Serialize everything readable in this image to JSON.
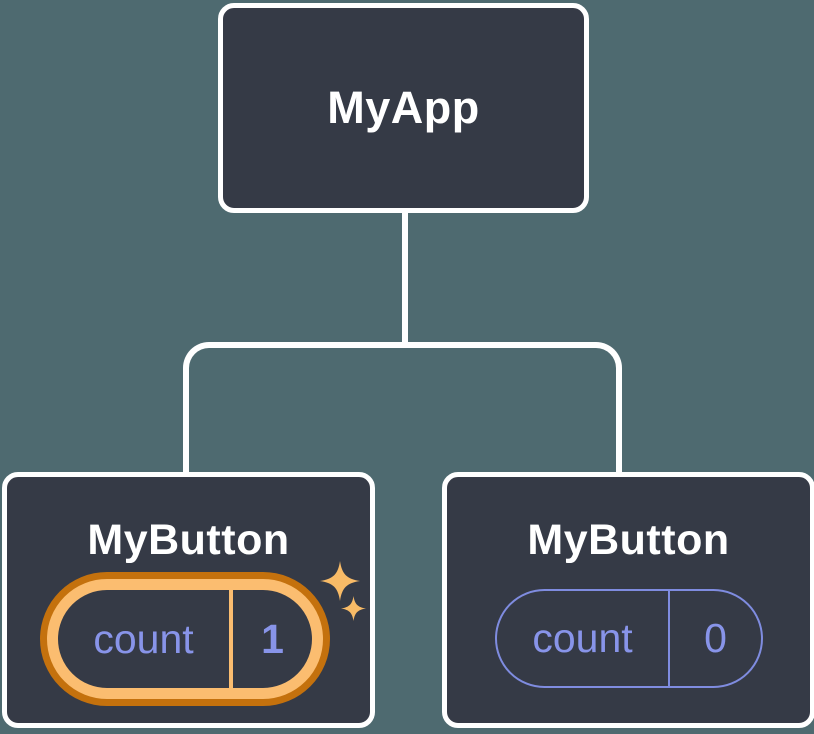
{
  "tree": {
    "root": {
      "title": "MyApp"
    },
    "children": [
      {
        "title": "MyButton",
        "state": {
          "label": "count",
          "value": "1"
        },
        "highlighted": true,
        "has_sparkles": true
      },
      {
        "title": "MyButton",
        "state": {
          "label": "count",
          "value": "0"
        },
        "highlighted": false,
        "has_sparkles": false
      }
    ]
  },
  "colors": {
    "background": "#4E6A70",
    "node_fill": "#353A46",
    "node_border": "#FFFFFF",
    "title_text": "#FFFFFF",
    "state_text": "#8894E9",
    "state_outline": "#7F8CE0",
    "highlight_ring_inner": "#FBBD70",
    "highlight_ring_outer": "#C4710D",
    "sparkle": "#F8BB67"
  },
  "icons": {
    "sparkle_big": "four-point-star",
    "sparkle_small": "four-point-star"
  }
}
